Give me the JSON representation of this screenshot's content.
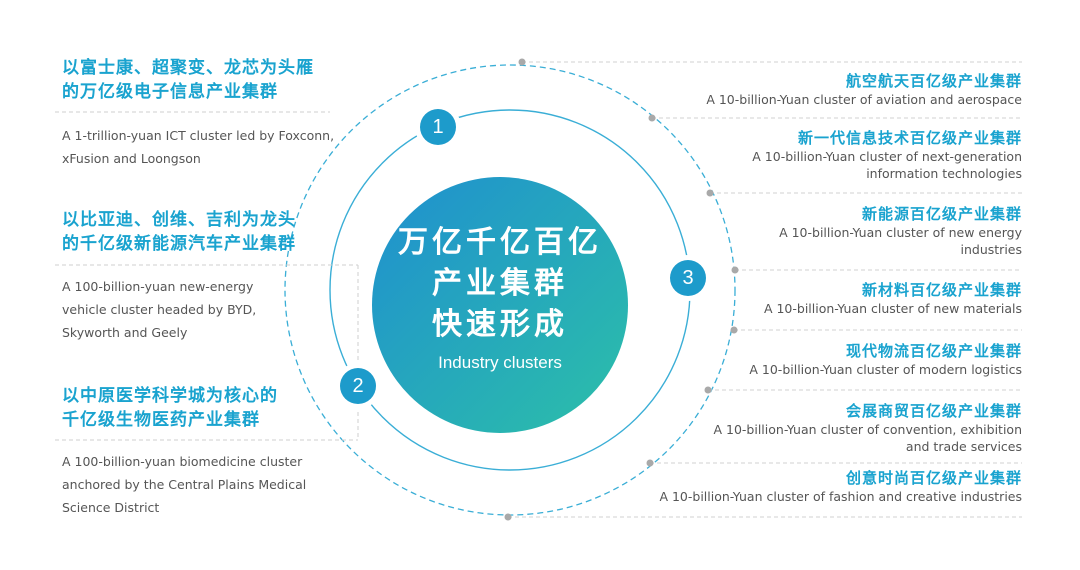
{
  "center": {
    "lines": [
      "万亿千亿百亿",
      "产业集群",
      "快速形成"
    ],
    "subtitle_en": "Industry clusters"
  },
  "badges": [
    "1",
    "2",
    "3"
  ],
  "left_groups": [
    {
      "title_cn": "以富士康、超聚变、龙芯为头雁\n的万亿级电子信息产业集群",
      "desc_en": "A 1-trillion-yuan ICT cluster led by Foxconn,\nxFusion and Loongson"
    },
    {
      "title_cn": "以比亚迪、创维、吉利为龙头\n的千亿级新能源汽车产业集群",
      "desc_en": "A 100-billion-yuan new-energy\nvehicle cluster headed by BYD,\nSkyworth and Geely"
    },
    {
      "title_cn": "以中原医学科学城为核心的\n千亿级生物医药产业集群",
      "desc_en": "A 100-billion-yuan biomedicine cluster\nanchored by the Central Plains Medical\n Science District"
    }
  ],
  "right_items": [
    {
      "title_cn": "航空航天百亿级产业集群",
      "desc_en": "A 10-billion-Yuan cluster of aviation and aerospace"
    },
    {
      "title_cn": "新一代信息技术百亿级产业集群",
      "desc_en": "A 10-billion-Yuan cluster of next-generation\ninformation technologies"
    },
    {
      "title_cn": "新能源百亿级产业集群",
      "desc_en": "A 10-billion-Yuan cluster of new energy\nindustries"
    },
    {
      "title_cn": "新材料百亿级产业集群",
      "desc_en": "A 10-billion-Yuan cluster of new materials"
    },
    {
      "title_cn": "现代物流百亿级产业集群",
      "desc_en": "A 10-billion-Yuan cluster of modern logistics"
    },
    {
      "title_cn": "会展商贸百亿级产业集群",
      "desc_en": "A 10-billion-Yuan cluster of convention, exhibition\nand trade services"
    },
    {
      "title_cn": "创意时尚百亿级产业集群",
      "desc_en": "A 10-billion-Yuan cluster of fashion and creative industries"
    }
  ],
  "colors": {
    "accent": "#1aa3cf",
    "badge": "#1d9bcb",
    "gradient_start": "#1f8fd0",
    "gradient_end": "#2cc0a8",
    "text_gray": "#555555",
    "dot_gray": "#a9a9a9"
  }
}
